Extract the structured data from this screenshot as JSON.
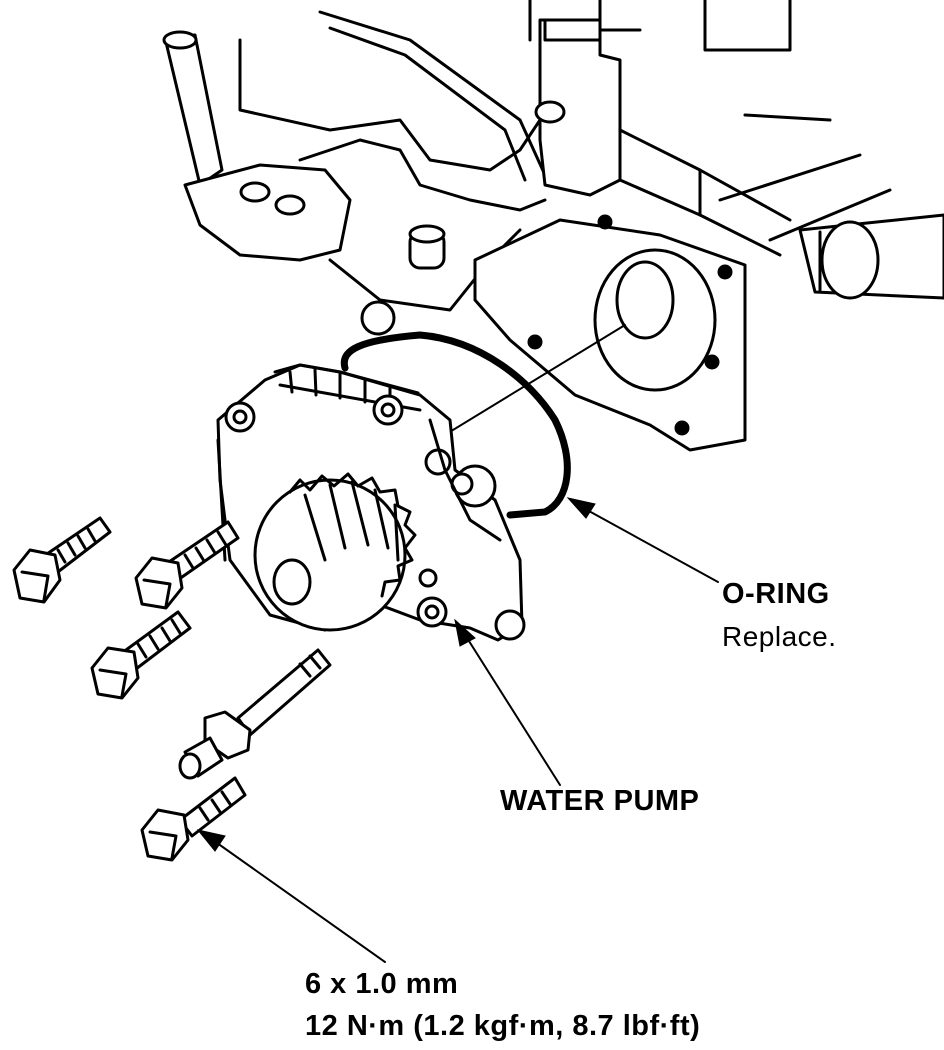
{
  "labels": {
    "o_ring": "O-RING",
    "o_ring_note": "Replace.",
    "water_pump": "WATER PUMP",
    "bolt_size": "6 x 1.0 mm",
    "bolt_torque": "12 N·m (1.2 kgf·m, 8.7 lbf·ft)"
  },
  "colors": {
    "ink": "#000000",
    "paper": "#ffffff"
  }
}
